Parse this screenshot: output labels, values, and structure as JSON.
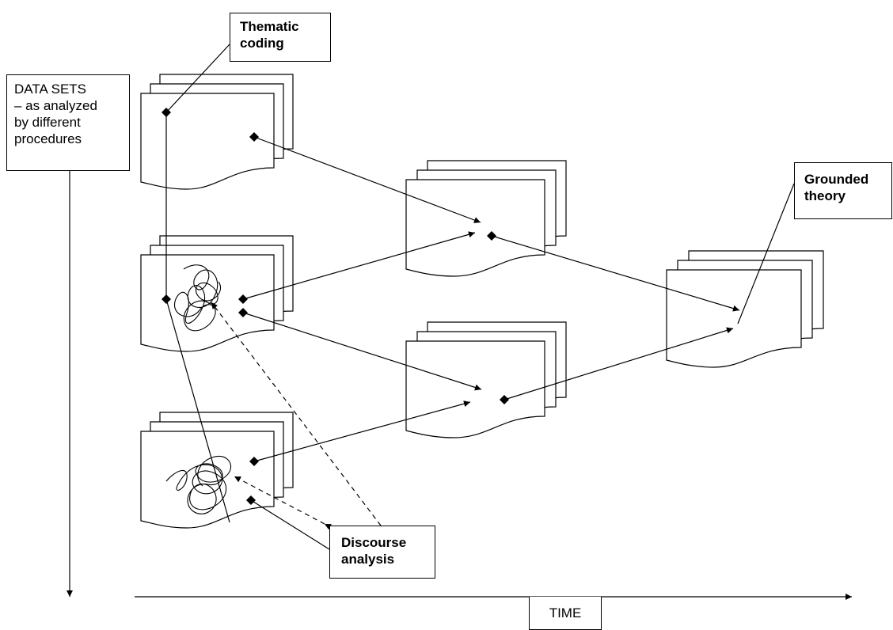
{
  "data_sets_label": {
    "lines": [
      "DATA SETS",
      "– as analyzed",
      "by different",
      "procedures"
    ]
  },
  "procedures": {
    "thematic": {
      "lines": [
        "Thematic",
        "coding"
      ]
    },
    "grounded": {
      "lines": [
        "Grounded",
        "theory"
      ]
    },
    "discourse": {
      "lines": [
        "Discourse",
        "analysis"
      ]
    }
  },
  "time_label": "TIME",
  "colors": {
    "stroke": "#000000",
    "fill": "#ffffff"
  }
}
